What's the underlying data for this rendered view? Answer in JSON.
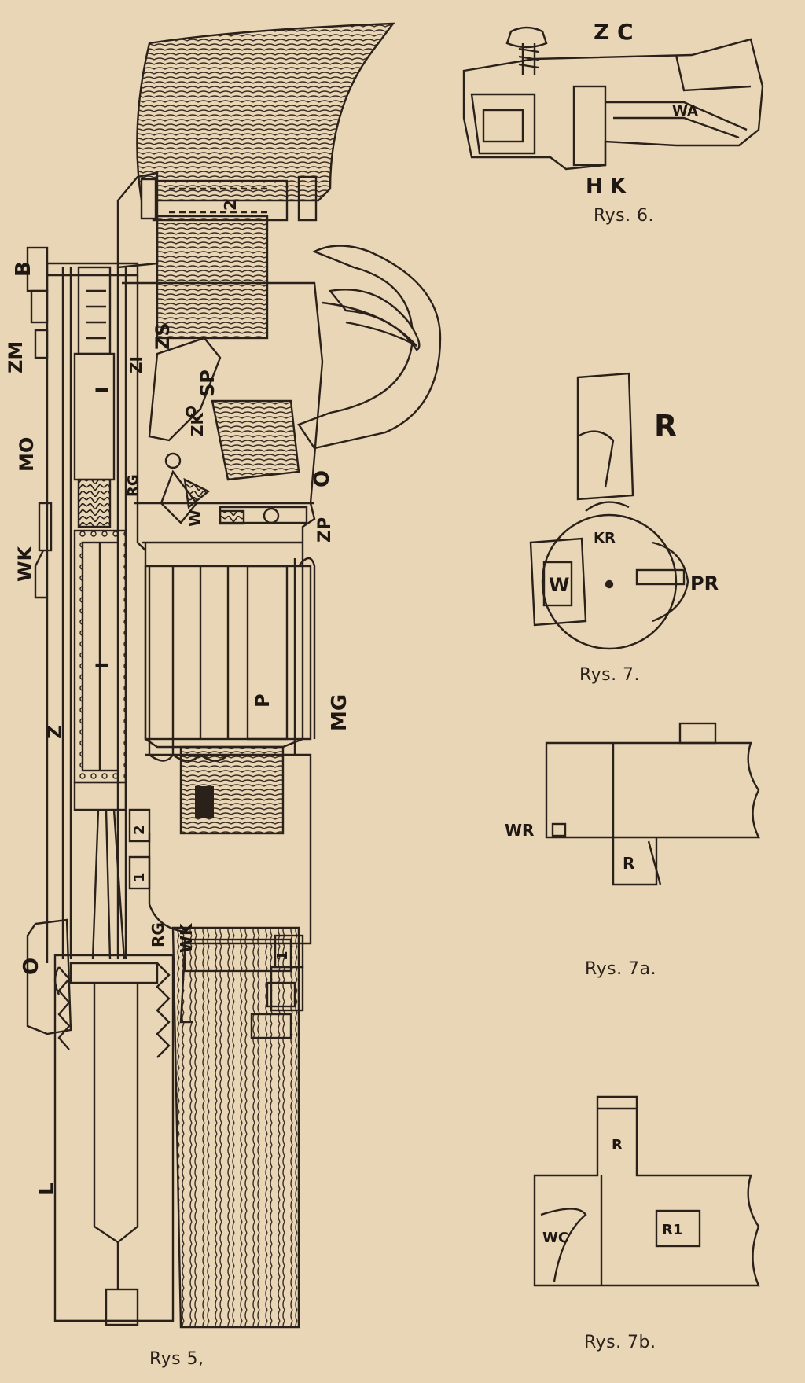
{
  "figures": {
    "fig5": {
      "caption": "Rys 5,",
      "labels": {
        "B": "B",
        "ZM": "ZM",
        "MO": "MO",
        "WK_side": "WK",
        "Z": "Z",
        "O_side": "O",
        "L": "L",
        "ZS": "ZS",
        "Z1": "ZI",
        "SP": "SP",
        "ZK": "ZK",
        "O_mid": "O",
        "W": "W",
        "RG_top": "RG",
        "ZP": "ZP",
        "O_right": "O",
        "P": "P",
        "MG": "MG",
        "part2_top": "2",
        "num2": "2",
        "num1": "1",
        "RG_low": "RG",
        "WK_low": "WK",
        "num1b": "1",
        "I_top": "I",
        "I_mid": "I"
      }
    },
    "fig6": {
      "caption": "Rys. 6.",
      "labels": {
        "ZC": "Z C",
        "WA": "WA",
        "HK": "H K"
      }
    },
    "fig7": {
      "caption": "Rys. 7.",
      "labels": {
        "R": "R",
        "KR": "KR",
        "W": "W",
        "PR": "PR"
      }
    },
    "fig7a": {
      "caption": "Rys. 7a.",
      "labels": {
        "WR": "WR",
        "R": "R"
      }
    },
    "fig7b": {
      "caption": "Rys. 7b.",
      "labels": {
        "R": "R",
        "R1": "R1",
        "WC": "WC"
      }
    }
  }
}
